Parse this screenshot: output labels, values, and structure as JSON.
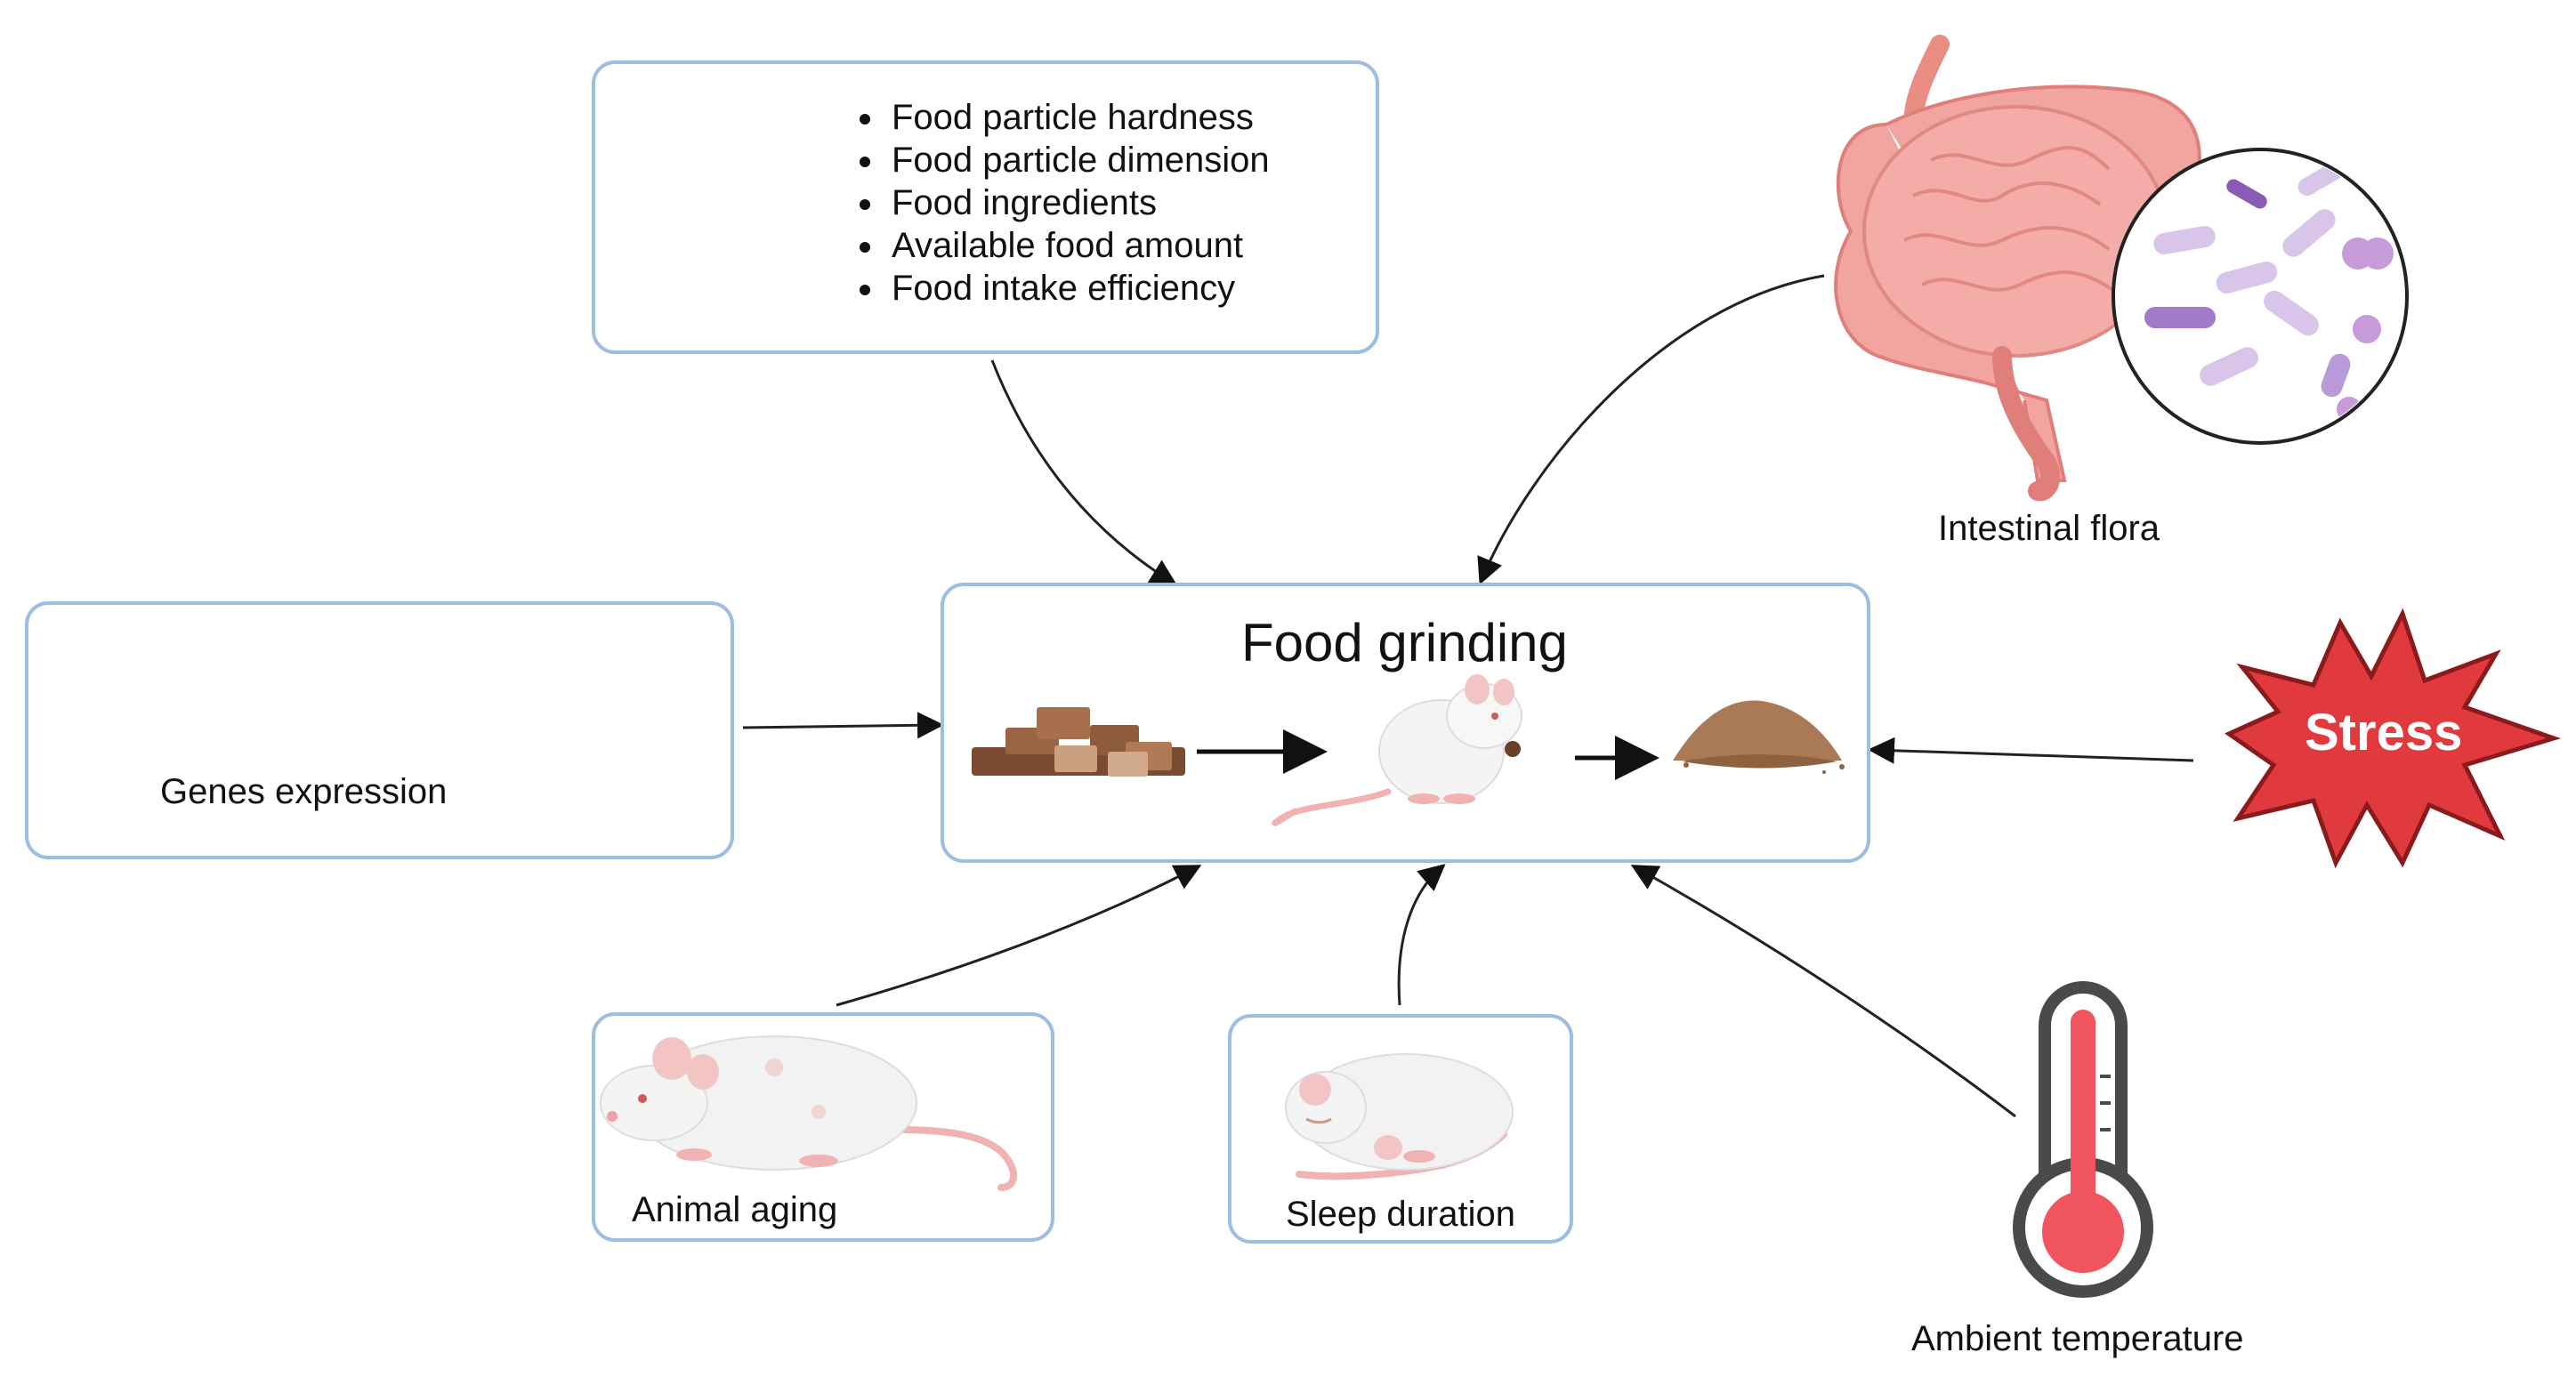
{
  "center": {
    "title": "Food grinding"
  },
  "food_factors": {
    "items": [
      "Food particle hardness",
      "Food particle dimension",
      "Food ingredients",
      "Available food amount",
      "Food intake efficiency"
    ]
  },
  "genes": {
    "label": "Genes expression"
  },
  "flora": {
    "label": "Intestinal flora"
  },
  "stress": {
    "label": "Stress"
  },
  "aging": {
    "label": "Animal aging"
  },
  "sleep": {
    "label": "Sleep duration"
  },
  "temperature": {
    "label": "Ambient temperature"
  },
  "colors": {
    "box_border": "#9dbde3",
    "pellet": "#8a5a3c",
    "powder": "#a97a55",
    "dna_active": "#1a3a8a",
    "dna_inactive": "#bdbdbd",
    "stress_fill": "#e03a3e",
    "thermometer": "#f0545c",
    "intestine": "#f09a98"
  }
}
